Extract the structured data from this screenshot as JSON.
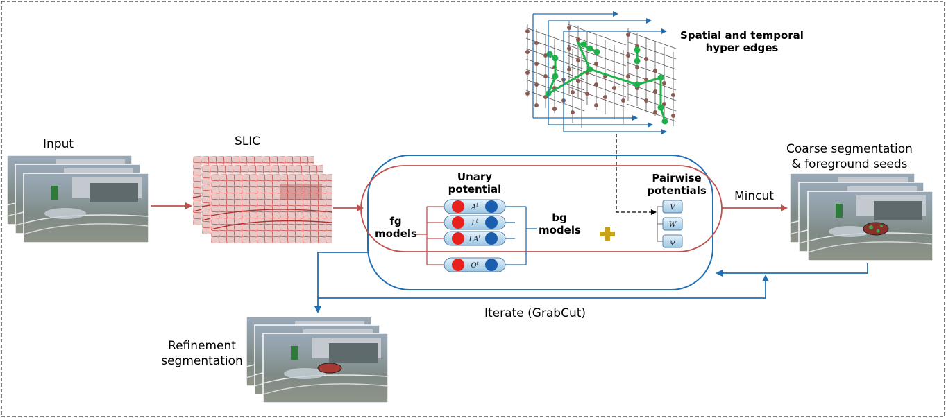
{
  "labels": {
    "input": "Input",
    "slic": "SLIC",
    "coarse_line1": "Coarse segmentation",
    "coarse_line2": "& foreground seeds",
    "refine_line1": "Refinement",
    "refine_line2": "segmentation",
    "mincut": "Mincut",
    "iterate": "Iterate (GrabCut)",
    "spatial_line1": "Spatial and temporal",
    "spatial_line2": "hyper edges",
    "unary_line1": "Unary",
    "unary_line2": "potential",
    "pairwise_line1": "Pairwise",
    "pairwise_line2": "potentials",
    "fg_line1": "fg",
    "fg_line2": "models",
    "bg_line1": "bg",
    "bg_line2": "models"
  },
  "unary_terms": [
    "A^t",
    "L^t",
    "LA^t",
    "O^t"
  ],
  "pairwise_terms": [
    "V",
    "W",
    "ψ"
  ],
  "colors": {
    "flow_arrow": "#c0504d",
    "feedback_arrow": "#1f6fb5",
    "fg_node": "#e8211c",
    "bg_node": "#1b5eae",
    "hyper_edge": "#1fb24a",
    "plus": "#c8a21a"
  }
}
